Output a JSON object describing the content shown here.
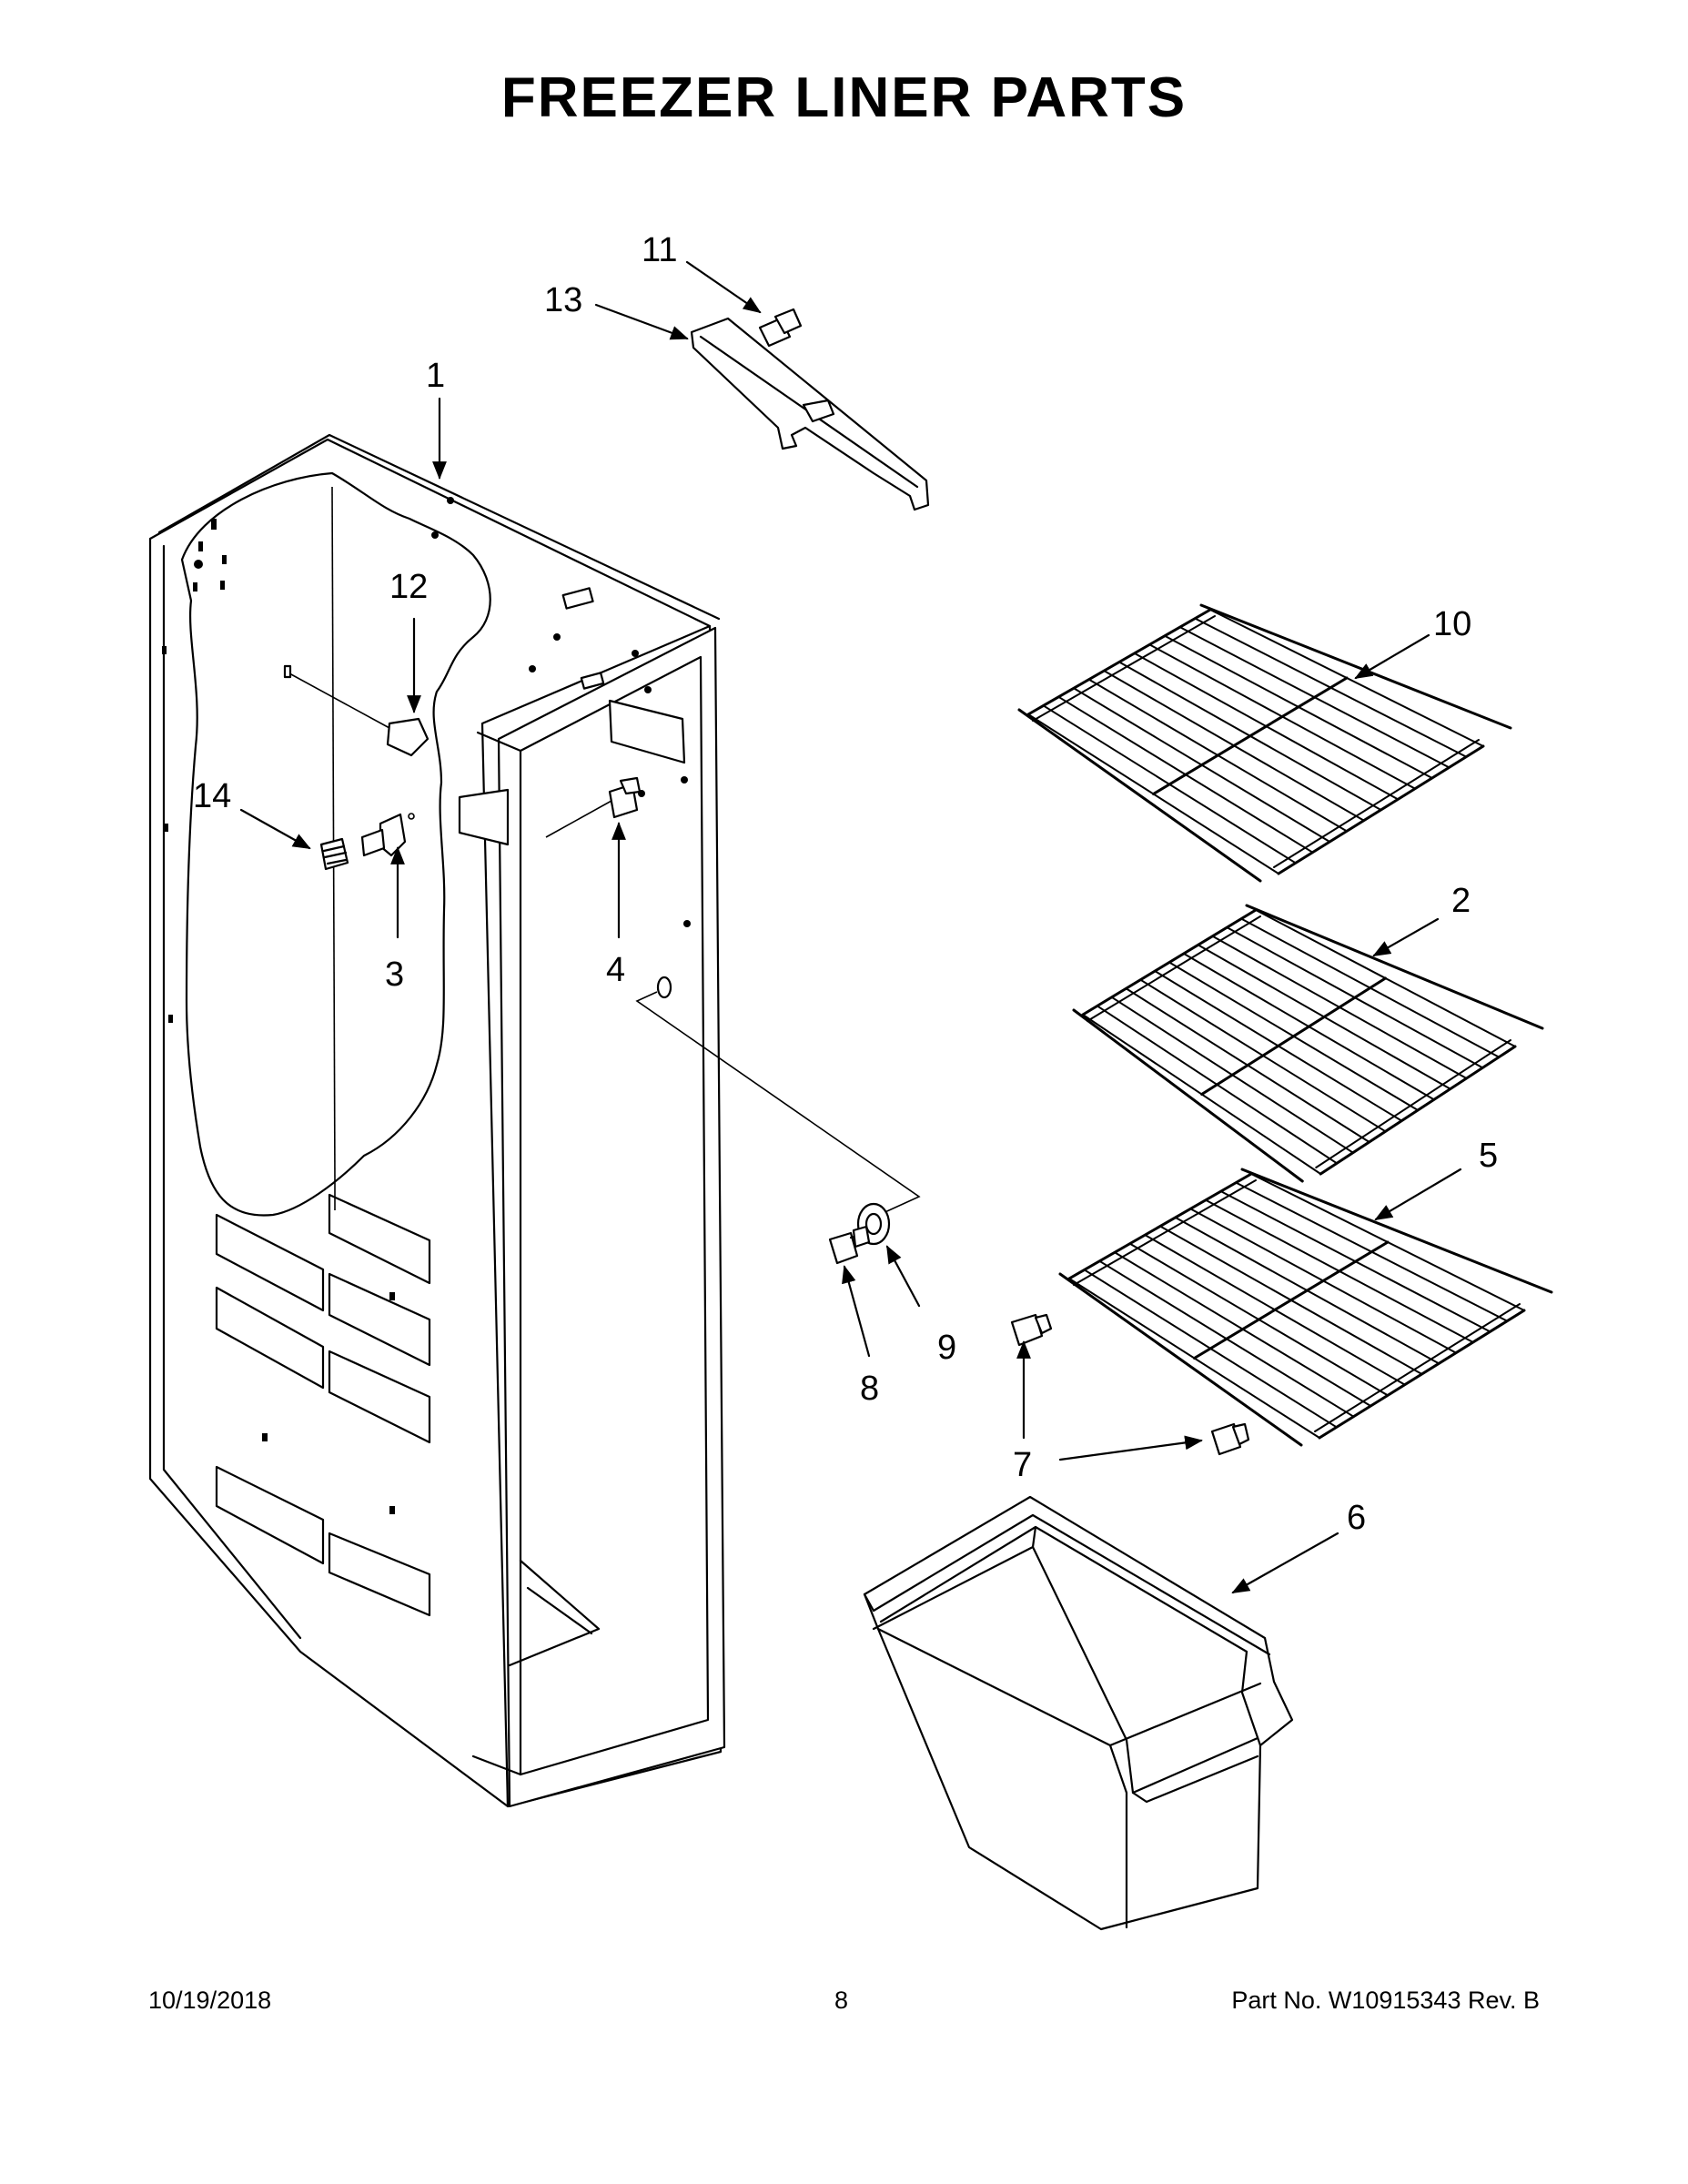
{
  "title": "FREEZER LINER PARTS",
  "footer": {
    "date": "10/19/2018",
    "page": "8",
    "part": "Part No.  W10915343  Rev.  B"
  },
  "callouts": [
    "1",
    "2",
    "3",
    "4",
    "5",
    "6",
    "7",
    "8",
    "9",
    "10",
    "11",
    "12",
    "13",
    "14"
  ]
}
